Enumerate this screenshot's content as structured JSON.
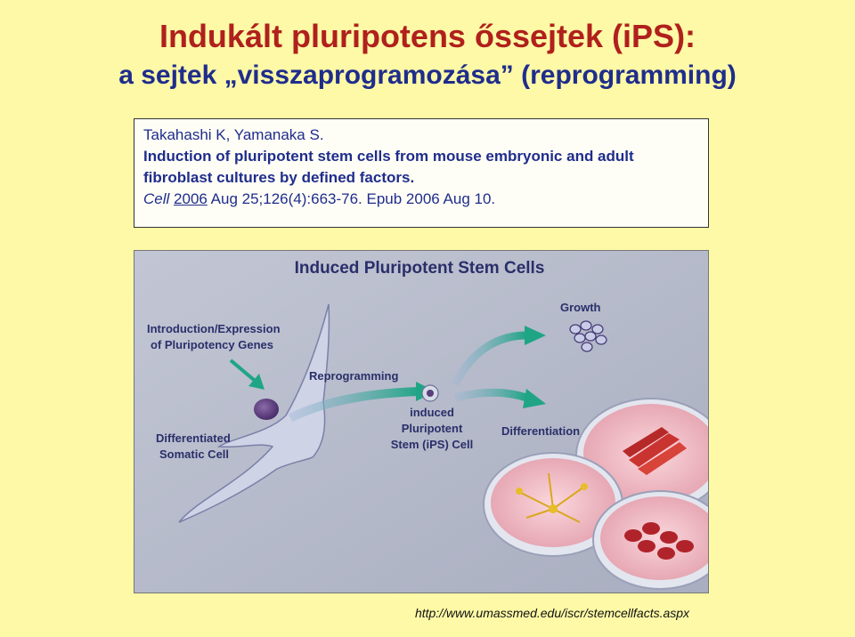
{
  "slide": {
    "title_line1": "Indukált pluripotens őssejtek (iPS):",
    "title_line2": "a sejtek „visszaprogramozása” (reprogramming)"
  },
  "reference": {
    "authors": "Takahashi K, Yamanaka S.",
    "title": "Induction of pluripotent stem cells from mouse embryonic and adult fibroblast cultures by defined factors.",
    "journal": "Cell",
    "year": "2006",
    "citation_rest": " Aug 25;126(4):663-76. Epub 2006 Aug 10."
  },
  "figure": {
    "heading": "Induced Pluripotent Stem Cells",
    "label_intro_1": "Introduction/Expression",
    "label_intro_2": "of Pluripotency Genes",
    "label_somatic_1": "Differentiated",
    "label_somatic_2": "Somatic Cell",
    "label_reprogramming": "Reprogramming",
    "label_ips_1": "induced",
    "label_ips_2": "Pluripotent",
    "label_ips_3": "Stem (iPS) Cell",
    "label_growth": "Growth",
    "label_differentiation": "Differentiation"
  },
  "source_url": "http://www.umassmed.edu/iscr/stemcellfacts.aspx",
  "colors": {
    "background": "#fdf9a6",
    "title_red": "#b0201c",
    "title_blue": "#1f2d8c",
    "arrow_green": "#1fa585"
  }
}
